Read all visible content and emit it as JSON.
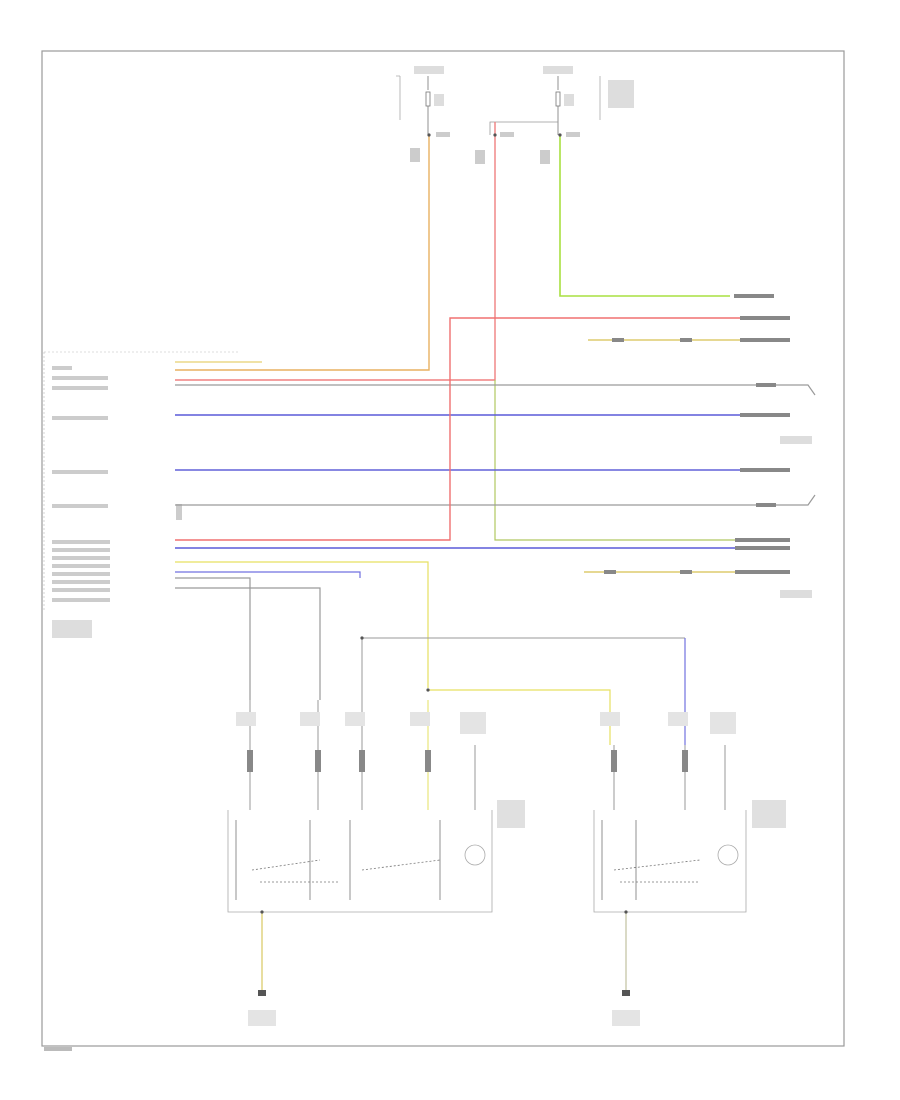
{
  "diagram": {
    "figure_code": "",
    "colors": {
      "frame": "#9a9a9a",
      "wire_gray": "#9a9a9a",
      "wire_red": "#f07070",
      "wire_blue": "#5a5ad8",
      "wire_yellow": "#e6e060",
      "wire_green": "#a8e040",
      "wire_orange": "#e8a040",
      "wire_yellow_green": "#c8d860",
      "wire_purple": "#b090e0"
    },
    "icons": [
      "ground-symbol",
      "bulb-symbol",
      "connector-pin",
      "switch-contact",
      "fuse-symbol"
    ]
  }
}
